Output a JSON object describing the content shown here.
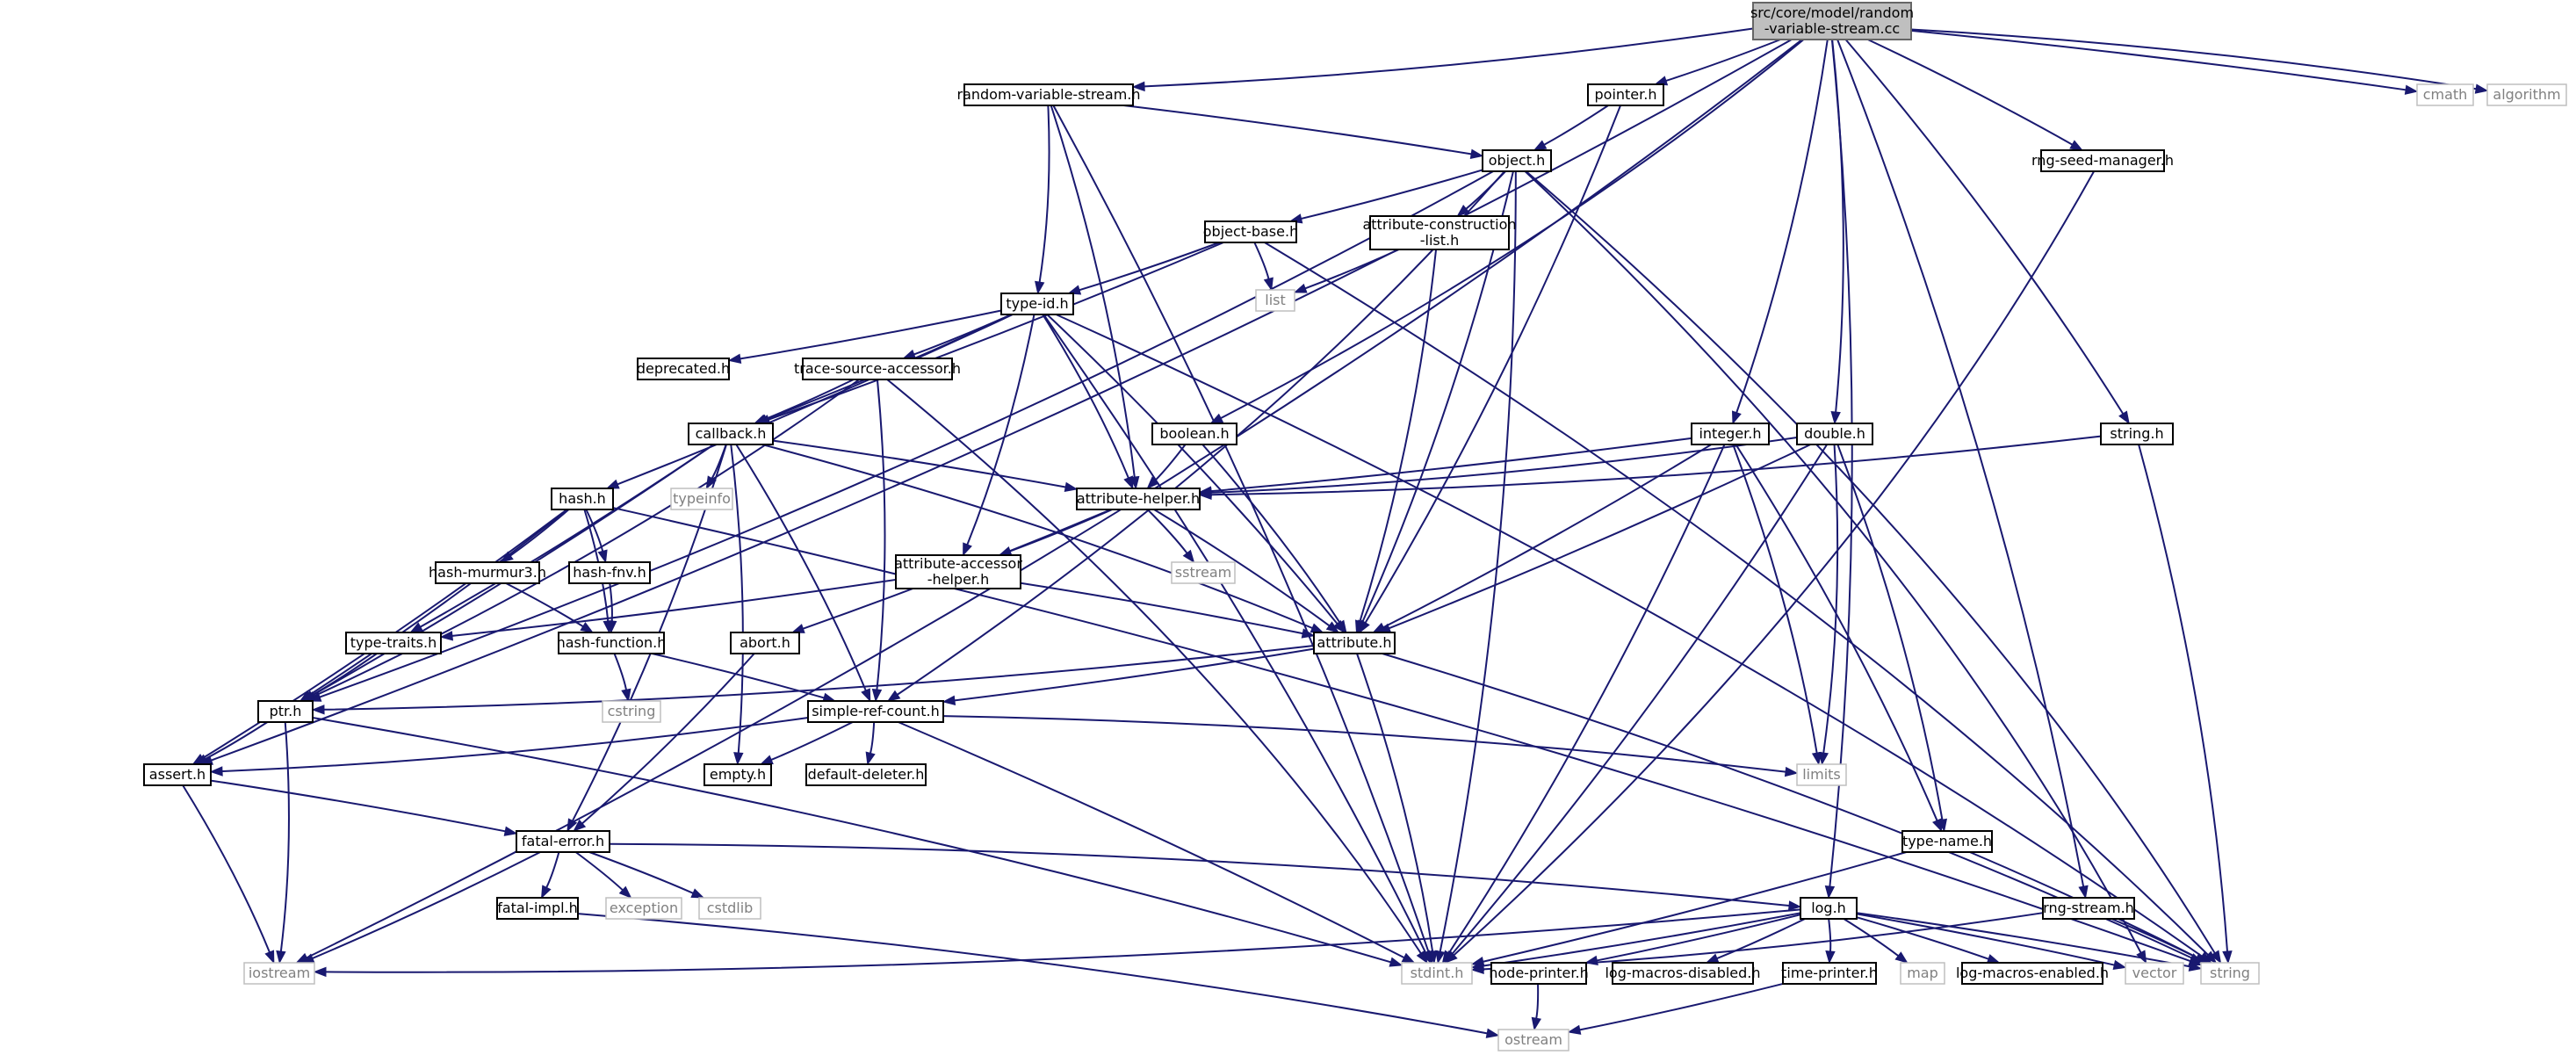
{
  "graph": {
    "title": "src/core/model/random-variable-stream.cc",
    "edge_color": "#191970",
    "root_fill": "#bfbfbf",
    "system_header_border": "#bfbfbf",
    "nodes": [
      {
        "id": "root",
        "lines": [
          "src/core/model/random",
          "-variable-stream.cc"
        ],
        "kind": "root"
      },
      {
        "id": "rvs_h",
        "lines": [
          "random-variable-stream.h"
        ],
        "kind": "local"
      },
      {
        "id": "pointer_h",
        "lines": [
          "pointer.h"
        ],
        "kind": "local"
      },
      {
        "id": "cmath",
        "lines": [
          "cmath"
        ],
        "kind": "system"
      },
      {
        "id": "algorithm",
        "lines": [
          "algorithm"
        ],
        "kind": "system"
      },
      {
        "id": "object_h",
        "lines": [
          "object.h"
        ],
        "kind": "local"
      },
      {
        "id": "rng_seed",
        "lines": [
          "rng-seed-manager.h"
        ],
        "kind": "local"
      },
      {
        "id": "object_base_h",
        "lines": [
          "object-base.h"
        ],
        "kind": "local"
      },
      {
        "id": "attr_cons",
        "lines": [
          "attribute-construction",
          "-list.h"
        ],
        "kind": "local"
      },
      {
        "id": "list",
        "lines": [
          "list"
        ],
        "kind": "system"
      },
      {
        "id": "type_id_h",
        "lines": [
          "type-id.h"
        ],
        "kind": "local"
      },
      {
        "id": "deprecated_h",
        "lines": [
          "deprecated.h"
        ],
        "kind": "local"
      },
      {
        "id": "tsa_h",
        "lines": [
          "trace-source-accessor.h"
        ],
        "kind": "local"
      },
      {
        "id": "callback_h",
        "lines": [
          "callback.h"
        ],
        "kind": "local"
      },
      {
        "id": "boolean_h",
        "lines": [
          "boolean.h"
        ],
        "kind": "local"
      },
      {
        "id": "integer_h",
        "lines": [
          "integer.h"
        ],
        "kind": "local"
      },
      {
        "id": "double_h",
        "lines": [
          "double.h"
        ],
        "kind": "local"
      },
      {
        "id": "string_h",
        "lines": [
          "string.h"
        ],
        "kind": "local"
      },
      {
        "id": "typeinfo",
        "lines": [
          "typeinfo"
        ],
        "kind": "system"
      },
      {
        "id": "attr_helper",
        "lines": [
          "attribute-helper.h"
        ],
        "kind": "local"
      },
      {
        "id": "hash_h",
        "lines": [
          "hash.h"
        ],
        "kind": "local"
      },
      {
        "id": "sstream",
        "lines": [
          "sstream"
        ],
        "kind": "system"
      },
      {
        "id": "hash_murmur",
        "lines": [
          "hash-murmur3.h"
        ],
        "kind": "local"
      },
      {
        "id": "hash_fnv",
        "lines": [
          "hash-fnv.h"
        ],
        "kind": "local"
      },
      {
        "id": "attr_acc",
        "lines": [
          "attribute-accessor",
          "-helper.h"
        ],
        "kind": "local"
      },
      {
        "id": "type_traits",
        "lines": [
          "type-traits.h"
        ],
        "kind": "local"
      },
      {
        "id": "hash_function",
        "lines": [
          "hash-function.h"
        ],
        "kind": "local"
      },
      {
        "id": "abort_h",
        "lines": [
          "abort.h"
        ],
        "kind": "local"
      },
      {
        "id": "attribute_h",
        "lines": [
          "attribute.h"
        ],
        "kind": "local"
      },
      {
        "id": "cstring",
        "lines": [
          "cstring"
        ],
        "kind": "system"
      },
      {
        "id": "ptr_h",
        "lines": [
          "ptr.h"
        ],
        "kind": "local"
      },
      {
        "id": "src_h",
        "lines": [
          "simple-ref-count.h"
        ],
        "kind": "local"
      },
      {
        "id": "assert_h",
        "lines": [
          "assert.h"
        ],
        "kind": "local"
      },
      {
        "id": "empty_h",
        "lines": [
          "empty.h"
        ],
        "kind": "local"
      },
      {
        "id": "default_deleter",
        "lines": [
          "default-deleter.h"
        ],
        "kind": "local"
      },
      {
        "id": "limits",
        "lines": [
          "limits"
        ],
        "kind": "system"
      },
      {
        "id": "fatal_error",
        "lines": [
          "fatal-error.h"
        ],
        "kind": "local"
      },
      {
        "id": "type_name",
        "lines": [
          "type-name.h"
        ],
        "kind": "local"
      },
      {
        "id": "fatal_impl",
        "lines": [
          "fatal-impl.h"
        ],
        "kind": "local"
      },
      {
        "id": "exception",
        "lines": [
          "exception"
        ],
        "kind": "system"
      },
      {
        "id": "cstdlib",
        "lines": [
          "cstdlib"
        ],
        "kind": "system"
      },
      {
        "id": "log_h",
        "lines": [
          "log.h"
        ],
        "kind": "local"
      },
      {
        "id": "rng_stream",
        "lines": [
          "rng-stream.h"
        ],
        "kind": "local"
      },
      {
        "id": "iostream",
        "lines": [
          "iostream"
        ],
        "kind": "system"
      },
      {
        "id": "stdint",
        "lines": [
          "stdint.h"
        ],
        "kind": "system"
      },
      {
        "id": "node_printer",
        "lines": [
          "node-printer.h"
        ],
        "kind": "local"
      },
      {
        "id": "log_macros_dis",
        "lines": [
          "log-macros-disabled.h"
        ],
        "kind": "local"
      },
      {
        "id": "time_printer",
        "lines": [
          "time-printer.h"
        ],
        "kind": "local"
      },
      {
        "id": "map",
        "lines": [
          "map"
        ],
        "kind": "system"
      },
      {
        "id": "log_macros_en",
        "lines": [
          "log-macros-enabled.h"
        ],
        "kind": "local"
      },
      {
        "id": "vector",
        "lines": [
          "vector"
        ],
        "kind": "system"
      },
      {
        "id": "string",
        "lines": [
          "string"
        ],
        "kind": "system"
      },
      {
        "id": "ostream",
        "lines": [
          "ostream"
        ],
        "kind": "system"
      }
    ],
    "edges": [
      [
        "root",
        "rvs_h"
      ],
      [
        "root",
        "pointer_h"
      ],
      [
        "root",
        "cmath"
      ],
      [
        "root",
        "algorithm"
      ],
      [
        "root",
        "rng_seed"
      ],
      [
        "root",
        "boolean_h"
      ],
      [
        "root",
        "integer_h"
      ],
      [
        "root",
        "double_h"
      ],
      [
        "root",
        "string_h"
      ],
      [
        "root",
        "log_h"
      ],
      [
        "root",
        "rng_stream"
      ],
      [
        "root",
        "assert_h"
      ],
      [
        "root",
        "iostream"
      ],
      [
        "rvs_h",
        "type_id_h"
      ],
      [
        "rvs_h",
        "object_h"
      ],
      [
        "rvs_h",
        "attr_helper"
      ],
      [
        "rvs_h",
        "stdint"
      ],
      [
        "pointer_h",
        "object_h"
      ],
      [
        "pointer_h",
        "attribute_h"
      ],
      [
        "object_h",
        "object_base_h"
      ],
      [
        "object_h",
        "attr_cons"
      ],
      [
        "object_h",
        "ptr_h"
      ],
      [
        "object_h",
        "attribute_h"
      ],
      [
        "object_h",
        "src_h"
      ],
      [
        "object_h",
        "stdint"
      ],
      [
        "object_h",
        "string"
      ],
      [
        "object_h",
        "vector"
      ],
      [
        "object_base_h",
        "type_id_h"
      ],
      [
        "object_base_h",
        "callback_h"
      ],
      [
        "object_base_h",
        "list"
      ],
      [
        "object_base_h",
        "string"
      ],
      [
        "attr_cons",
        "list"
      ],
      [
        "attr_cons",
        "attribute_h"
      ],
      [
        "type_id_h",
        "deprecated_h"
      ],
      [
        "type_id_h",
        "tsa_h"
      ],
      [
        "type_id_h",
        "callback_h"
      ],
      [
        "type_id_h",
        "hash_h"
      ],
      [
        "type_id_h",
        "attr_helper"
      ],
      [
        "type_id_h",
        "attr_acc"
      ],
      [
        "type_id_h",
        "attribute_h"
      ],
      [
        "type_id_h",
        "stdint"
      ],
      [
        "type_id_h",
        "string"
      ],
      [
        "tsa_h",
        "callback_h"
      ],
      [
        "tsa_h",
        "ptr_h"
      ],
      [
        "tsa_h",
        "src_h"
      ],
      [
        "tsa_h",
        "stdint"
      ],
      [
        "callback_h",
        "attr_helper"
      ],
      [
        "callback_h",
        "typeinfo"
      ],
      [
        "callback_h",
        "type_traits"
      ],
      [
        "callback_h",
        "ptr_h"
      ],
      [
        "callback_h",
        "fatal_error"
      ],
      [
        "callback_h",
        "empty_h"
      ],
      [
        "callback_h",
        "src_h"
      ],
      [
        "callback_h",
        "attribute_h"
      ],
      [
        "boolean_h",
        "attr_helper"
      ],
      [
        "boolean_h",
        "attribute_h"
      ],
      [
        "integer_h",
        "attr_helper"
      ],
      [
        "integer_h",
        "attribute_h"
      ],
      [
        "integer_h",
        "limits"
      ],
      [
        "integer_h",
        "type_name"
      ],
      [
        "integer_h",
        "stdint"
      ],
      [
        "double_h",
        "attr_helper"
      ],
      [
        "double_h",
        "attribute_h"
      ],
      [
        "double_h",
        "limits"
      ],
      [
        "double_h",
        "type_name"
      ],
      [
        "double_h",
        "stdint"
      ],
      [
        "string_h",
        "attr_helper"
      ],
      [
        "string_h",
        "string"
      ],
      [
        "attr_helper",
        "attr_acc"
      ],
      [
        "attr_helper",
        "abort_h"
      ],
      [
        "attr_helper",
        "attribute_h"
      ],
      [
        "attr_helper",
        "sstream"
      ],
      [
        "hash_h",
        "hash_murmur"
      ],
      [
        "hash_h",
        "hash_fnv"
      ],
      [
        "hash_h",
        "hash_function"
      ],
      [
        "hash_h",
        "ptr_h"
      ],
      [
        "hash_h",
        "assert_h"
      ],
      [
        "hash_h",
        "string"
      ],
      [
        "hash_murmur",
        "hash_function"
      ],
      [
        "hash_fnv",
        "hash_function"
      ],
      [
        "attr_acc",
        "type_traits"
      ],
      [
        "attr_acc",
        "attribute_h"
      ],
      [
        "type_traits",
        "ptr_h"
      ],
      [
        "hash_function",
        "cstring"
      ],
      [
        "hash_function",
        "src_h"
      ],
      [
        "abort_h",
        "fatal_error"
      ],
      [
        "attribute_h",
        "ptr_h"
      ],
      [
        "attribute_h",
        "src_h"
      ],
      [
        "attribute_h",
        "stdint"
      ],
      [
        "attribute_h",
        "string"
      ],
      [
        "ptr_h",
        "assert_h"
      ],
      [
        "ptr_h",
        "iostream"
      ],
      [
        "ptr_h",
        "stdint"
      ],
      [
        "src_h",
        "assert_h"
      ],
      [
        "src_h",
        "empty_h"
      ],
      [
        "src_h",
        "default_deleter"
      ],
      [
        "src_h",
        "limits"
      ],
      [
        "src_h",
        "stdint"
      ],
      [
        "assert_h",
        "fatal_error"
      ],
      [
        "assert_h",
        "iostream"
      ],
      [
        "fatal_error",
        "fatal_impl"
      ],
      [
        "fatal_error",
        "exception"
      ],
      [
        "fatal_error",
        "cstdlib"
      ],
      [
        "fatal_error",
        "log_h"
      ],
      [
        "fatal_error",
        "iostream"
      ],
      [
        "fatal_impl",
        "ostream"
      ],
      [
        "type_name",
        "stdint"
      ],
      [
        "type_name",
        "string"
      ],
      [
        "rng_seed",
        "stdint"
      ],
      [
        "log_h",
        "iostream"
      ],
      [
        "log_h",
        "stdint"
      ],
      [
        "log_h",
        "node_printer"
      ],
      [
        "log_h",
        "log_macros_dis"
      ],
      [
        "log_h",
        "time_printer"
      ],
      [
        "log_h",
        "map"
      ],
      [
        "log_h",
        "log_macros_en"
      ],
      [
        "log_h",
        "vector"
      ],
      [
        "log_h",
        "string"
      ],
      [
        "rng_stream",
        "stdint"
      ],
      [
        "rng_stream",
        "string"
      ],
      [
        "node_printer",
        "ostream"
      ],
      [
        "time_printer",
        "ostream"
      ]
    ]
  }
}
